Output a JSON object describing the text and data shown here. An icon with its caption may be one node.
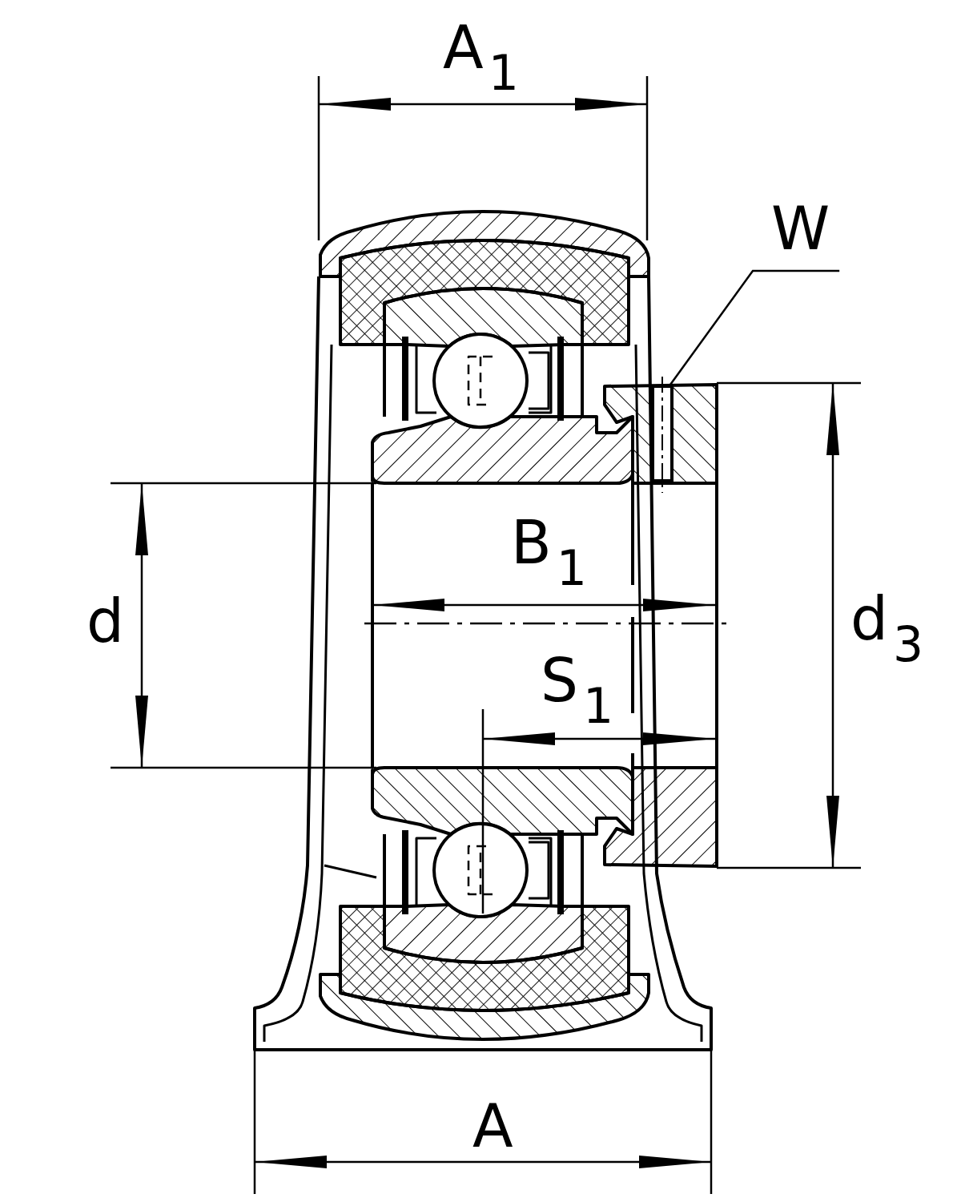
{
  "diagram": {
    "nodes": [
      {
        "text": [
          "W"
        ]
      },
      {
        "text": [],
        "shape": "box"
      }
    ],
    "edges": [
      {
        "from": 0,
        "to": 1,
        "arrow": "none"
      }
    ],
    "labels": [
      "A$_{1}$",
      "B$_{1}$",
      "d",
      "d$_{3}$",
      "S$_{1}$",
      "A"
    ]
  }
}
